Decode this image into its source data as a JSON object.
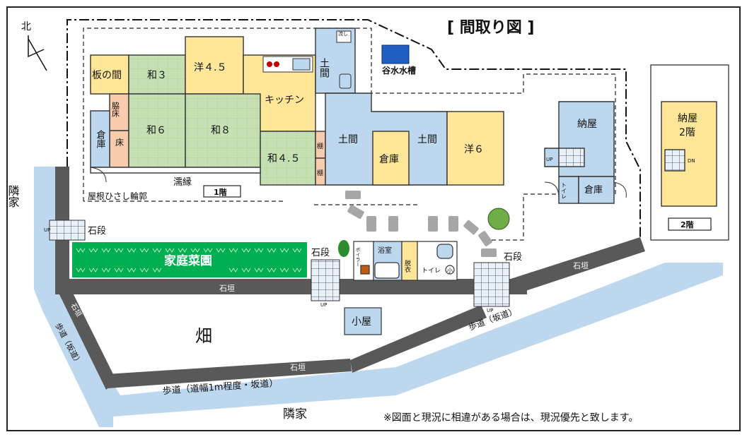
{
  "title": "[ 間取り図 ]",
  "north": "北",
  "note": "※図面と現況に相違がある場合は、現況優先と致します。",
  "floor1_label": "1階",
  "floor2_label": "2階",
  "rooms": {
    "itanoma": "板の間",
    "wa3": "和３",
    "you45": "洋４.５",
    "kitchen": "キッチン",
    "doma_top": "土間",
    "waki_toko": "脇床",
    "toko": "床",
    "souko_left": "倉庫",
    "wa6": "和６",
    "wa8": "和８",
    "wa45": "和４.５",
    "tana1": "棚",
    "tana2": "棚",
    "doma1": "土間",
    "souko_mid": "倉庫",
    "doma2": "土間",
    "you6": "洋６",
    "naya": "納屋",
    "toilet_naya": "トイレ",
    "souko_right": "倉庫",
    "naya2": "納屋",
    "naya2_floor": "2階",
    "yokushitsu": "浴室",
    "boiler": "ボイラー",
    "datsui": "脱衣",
    "toilet": "トイレ",
    "koya": "小屋"
  },
  "labels": {
    "nureen": "濡縁",
    "yane": "屋根ひさし輪郭",
    "rinka_left": "隣家",
    "rinka_bottom": "隣家",
    "ishidan1": "石段",
    "ishidan2": "石段",
    "ishidan3": "石段",
    "kateisaien": "家庭菜園",
    "hatake": "畑",
    "tanimizu": "谷水水槽",
    "ishigaki1": "石垣",
    "ishigaki2": "石垣",
    "ishigaki3": "石垣",
    "ishigaki_left": "石垣",
    "hodou_bottom": "歩道（道幅1m程度・坂道）",
    "hodou_right": "歩道（坂道）",
    "hodou_left": "歩道（坂道）",
    "up": "UP",
    "dn": "DN",
    "sink": "流し",
    "kotoilet": "小"
  },
  "colors": {
    "tatami": "#c6e0b4",
    "yellow": "#ffe699",
    "blue": "#bdd7ee",
    "orange": "#f8cbad",
    "green": "#00b050",
    "tank": "#1f5fbf",
    "wall": "#595959",
    "road": "#bdd7ee"
  }
}
